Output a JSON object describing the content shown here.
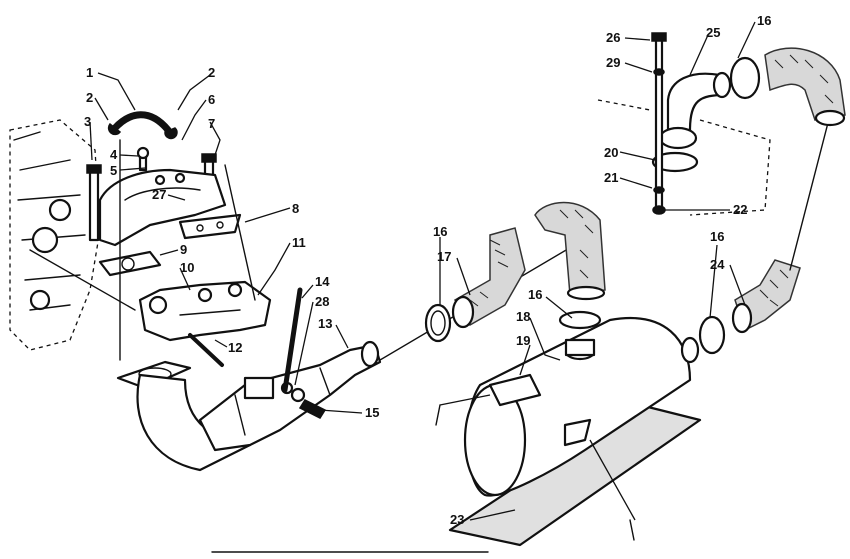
{
  "callouts": [
    "1",
    "2",
    "2",
    "3",
    "4",
    "5",
    "6",
    "7",
    "8",
    "9",
    "10",
    "11",
    "12",
    "13",
    "14",
    "15",
    "16",
    "16",
    "16",
    "16",
    "17",
    "18",
    "19",
    "20",
    "21",
    "22",
    "23",
    "24",
    "25",
    "26",
    "27",
    "28",
    "29"
  ]
}
